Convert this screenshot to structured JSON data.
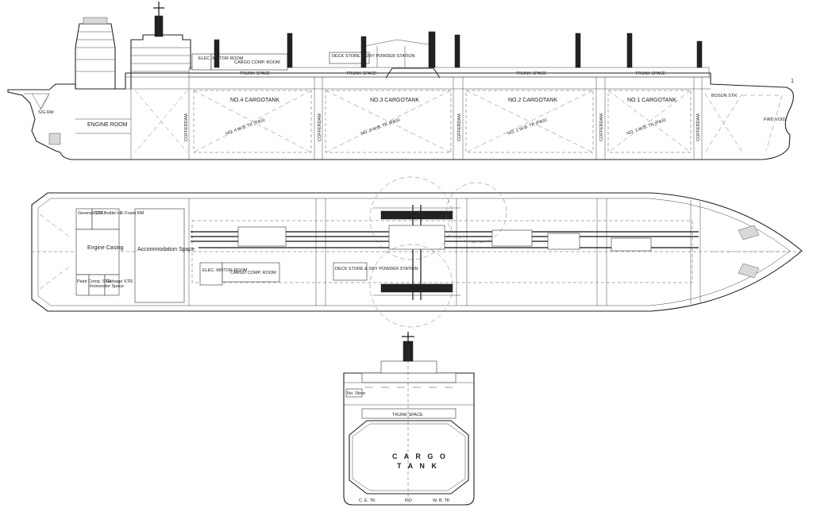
{
  "profile": {
    "engine_room": "ENGINE ROOM",
    "elec_motor_room": "ELEC.\nMOTOR\nROOM",
    "cargo_comp_room": "CARGO COMP. ROOM",
    "deck_store": "DECK STORE &\nDRY POWDER\nSTATION",
    "trunk_space": "TRUNK SPACE",
    "tanks": [
      "NO.4 CARGOTANK",
      "NO.3 CARGOTANK",
      "NO.2 CARGOTANK",
      "NO.1 CARGOTANK"
    ],
    "wb_tanks": [
      "NO. 4 W.B. TK (P&S)",
      "NO. 3 W.B. TK (P&S)",
      "NO. 2 W.B. TK (P&S)",
      "NO. 1 W.B. TK (P&S)"
    ],
    "cofferdam": "COFFERDAM",
    "bosun_str": "BOSUN STR.",
    "fwd_void": "FWD\nVOID",
    "s_g_rm": "S/G RM",
    "frame_mark": "1"
  },
  "plan": {
    "general_str": "General\nSTR.",
    "co2_bottle": "CO2 Bottle/\nHE Foam RM",
    "engine_casing": "Engine\nCasing",
    "accommodation": "Accommodation\nSpace",
    "paint_comp": "Paint\nComp.\nSTR.",
    "incinerator": "Incinerator\nSpace",
    "garbage_str": "Garbage\nSTR.",
    "elec_motor_room": "ELEC.\nMOTOR\nROOM",
    "cargo_comp_room": "CARGO COMP. ROOM",
    "deck_store": "DECK STORE &\nDRY POWDER\nSTATION"
  },
  "section": {
    "trunk_space": "TRUNK SPACE",
    "cargo_tank": "C A R G O\nT A N K",
    "no_store": "No. Store",
    "bottom_labels": [
      "C. E. TK",
      "P.O",
      "W. B. TK"
    ]
  },
  "colors": {
    "line": "#222222",
    "background": "#ffffff",
    "hatch": "#d8d8d8"
  }
}
